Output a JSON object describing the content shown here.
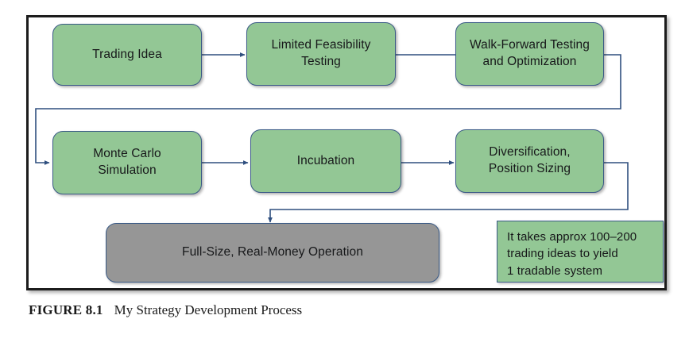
{
  "figure": {
    "caption_label": "FIGURE 8.1",
    "caption_text": "My Strategy Development Process",
    "frame_border_color": "#1c1c1c"
  },
  "colors": {
    "process_fill": "#93c795",
    "terminal_fill": "#969696",
    "node_border": "#3a5a86",
    "connector": "#2f4f7f",
    "text": "#17181a"
  },
  "nodes": [
    {
      "id": "trading-idea",
      "label": "Trading Idea",
      "type": "process"
    },
    {
      "id": "limited-feasibility",
      "label": "Limited Feasibility\nTesting",
      "type": "process",
      "line1": "Limited Feasibility",
      "line2": "Testing"
    },
    {
      "id": "walk-forward",
      "label": "Walk-Forward Testing\nand Optimization",
      "type": "process",
      "line1": "Walk-Forward Testing",
      "line2": "and Optimization"
    },
    {
      "id": "monte-carlo",
      "label": "Monte Carlo\nSimulation",
      "type": "process",
      "line1": "Monte Carlo",
      "line2": "Simulation"
    },
    {
      "id": "incubation",
      "label": "Incubation",
      "type": "process"
    },
    {
      "id": "diversification",
      "label": "Diversification,\nPosition Sizing",
      "type": "process",
      "line1": "Diversification,",
      "line2": "Position Sizing"
    },
    {
      "id": "full-size-operation",
      "label": "Full-Size, Real-Money Operation",
      "type": "terminal"
    }
  ],
  "note": {
    "line1": "It takes approx 100–200",
    "line2": "trading ideas to yield",
    "line3": "1 tradable system"
  },
  "edges": [
    {
      "from": "trading-idea",
      "to": "limited-feasibility"
    },
    {
      "from": "limited-feasibility",
      "to": "walk-forward"
    },
    {
      "from": "walk-forward",
      "to": "monte-carlo"
    },
    {
      "from": "monte-carlo",
      "to": "incubation"
    },
    {
      "from": "incubation",
      "to": "diversification"
    },
    {
      "from": "diversification",
      "to": "full-size-operation"
    }
  ]
}
